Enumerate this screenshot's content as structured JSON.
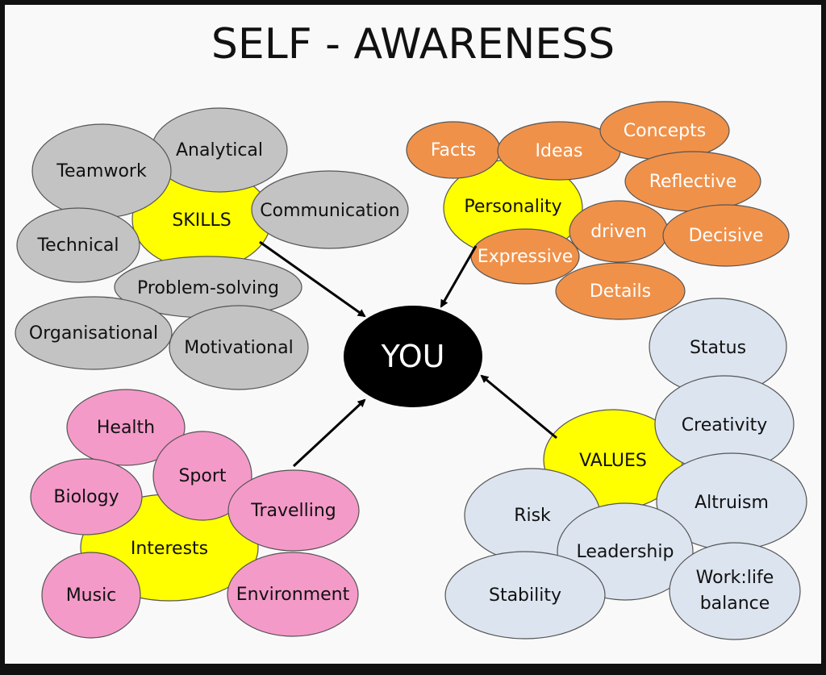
{
  "title": "SELF - AWARENESS",
  "center": "YOU",
  "colors": {
    "skills_bubble": "#c3c3c3",
    "personality_bubble": "#f0914a",
    "interests_bubble": "#f49ac8",
    "values_bubble": "#dce4ef",
    "hub": "#ffff00",
    "center": "#000000",
    "slide_background": "#f9f9f9",
    "frame": "#111111"
  },
  "skills": {
    "hub": "SKILLS",
    "items": [
      "Analytical",
      "Teamwork",
      "Communication",
      "Technical",
      "Problem-solving",
      "Organisational",
      "Motivational"
    ]
  },
  "personality": {
    "hub": "Personality",
    "items": [
      "Facts",
      "Ideas",
      "Concepts",
      "Reflective",
      "driven",
      "Decisive",
      "Expressive",
      "Details"
    ]
  },
  "interests": {
    "hub": "Interests",
    "items": [
      "Health",
      "Sport",
      "Biology",
      "Travelling",
      "Music",
      "Environment"
    ]
  },
  "values": {
    "hub": "VALUES",
    "items": [
      "Status",
      "Creativity",
      "Altruism",
      "Risk",
      "Leadership",
      "Stability",
      "Work:life",
      "balance"
    ]
  }
}
